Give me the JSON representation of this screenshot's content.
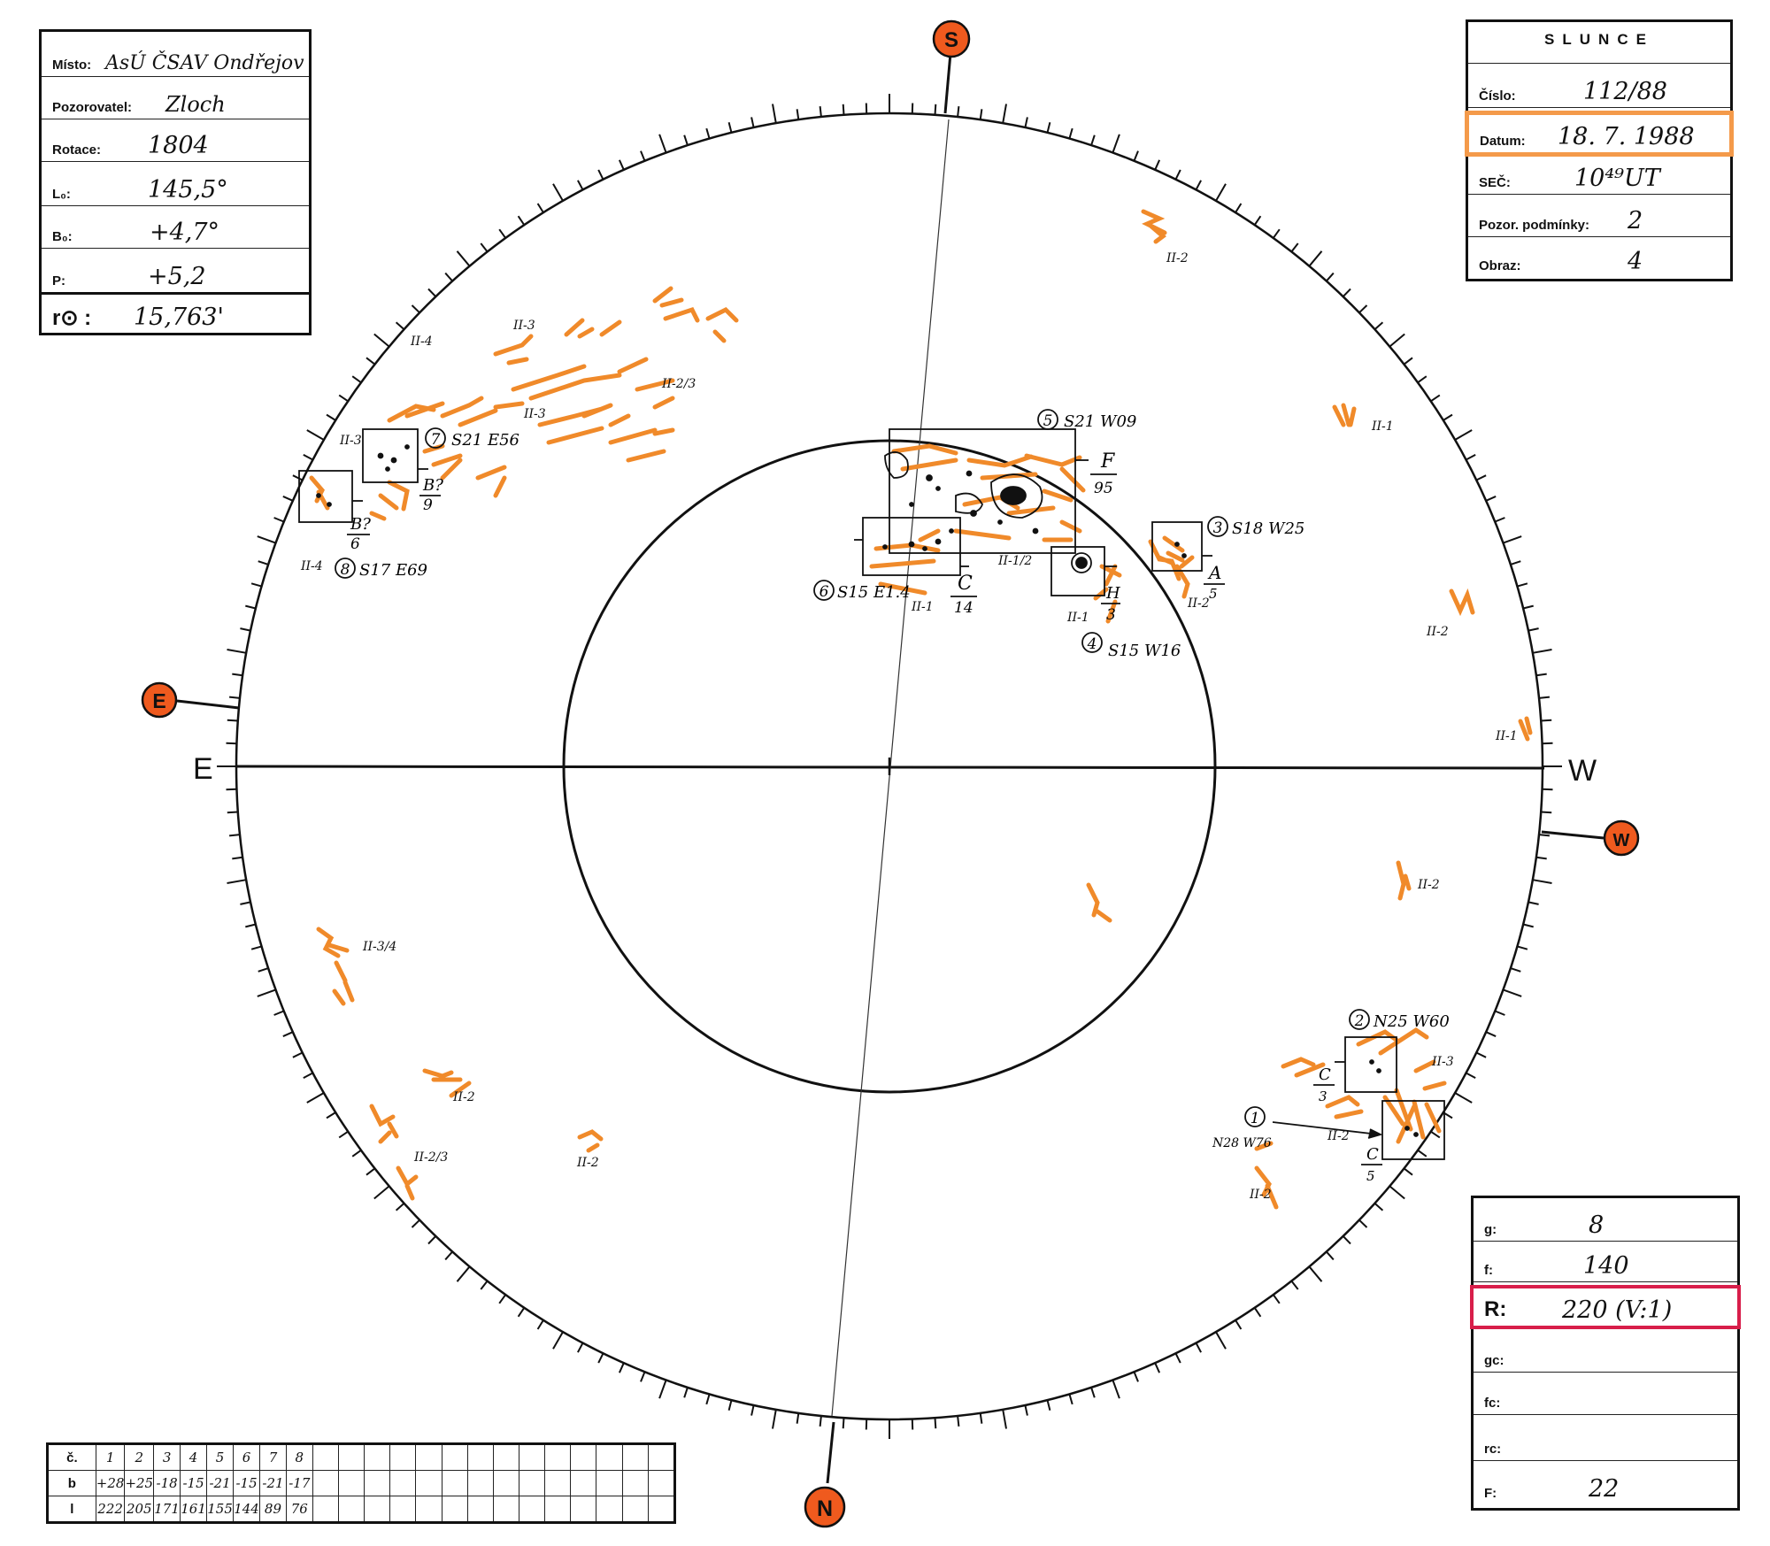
{
  "header_left": {
    "misto_label": "Místo:",
    "misto_value": "AsÚ ČSAV Ondřejov",
    "pozorovatel_label": "Pozorovatel:",
    "pozorovatel_value": "Zloch",
    "rotace_label": "Rotace:",
    "rotace_value": "1804",
    "l0_label": "L₀:",
    "l0_value": "145,5°",
    "b0_label": "B₀:",
    "b0_value": "+4,7°",
    "p_label": "P:",
    "p_value": "+5,2",
    "r0_label": "r⊙ :",
    "r0_value": "15,763'"
  },
  "header_right": {
    "title": "SLUNCE",
    "cislo_label": "Číslo:",
    "cislo_value": "112/88",
    "datum_label": "Datum:",
    "datum_value": "18. 7. 1988",
    "sec_label": "SEČ:",
    "sec_value": "10⁴⁹UT",
    "pozor_label": "Pozor. podmínky:",
    "pozor_value": "2",
    "obraz_label": "Obraz:",
    "obraz_value": "4"
  },
  "bottom_right": {
    "g_label": "g:",
    "g_value": "8",
    "f_label": "f:",
    "f_value": "140",
    "r_label": "R:",
    "r_value": "220  (V:1)",
    "gc_label": "gc:",
    "gc_value": "",
    "fc_label": "fc:",
    "fc_value": "",
    "rc_label": "rc:",
    "rc_value": "",
    "F_label": "F:",
    "F_value": "22"
  },
  "obs_table": {
    "row_labels": [
      "č.",
      "b",
      "l"
    ],
    "numbers": [
      "1",
      "2",
      "3",
      "4",
      "5",
      "6",
      "7",
      "8"
    ],
    "b_values": [
      "+28",
      "+25",
      "-18",
      "-15",
      "-21",
      "-15",
      "-21",
      "-17"
    ],
    "l_values": [
      "222",
      "205",
      "171",
      "161",
      "155",
      "144",
      "89",
      "76"
    ],
    "empty_cols": 14
  },
  "compass": {
    "S": "S",
    "N": "N",
    "E": "E",
    "W": "W",
    "E_axis": "E",
    "W_axis": "W",
    "marker_color": "#ef5a1e"
  },
  "groups": [
    {
      "id": "1",
      "label": "1",
      "coord": "N28 W76",
      "cls": "C",
      "num": "5"
    },
    {
      "id": "2",
      "label": "2",
      "coord": "N25 W60",
      "cls": "C",
      "num": "3"
    },
    {
      "id": "3",
      "label": "3",
      "coord": "S18 W25",
      "cls": "A",
      "num": "5"
    },
    {
      "id": "4",
      "label": "4",
      "coord": "S15 W16",
      "cls": "H",
      "num": "3"
    },
    {
      "id": "5",
      "label": "5",
      "coord": "S21 W09",
      "cls": "F",
      "num": "95"
    },
    {
      "id": "6",
      "label": "6",
      "coord": "S15 E1.4",
      "cls": "C",
      "num": "14"
    },
    {
      "id": "7",
      "label": "7",
      "coord": "S21 E56",
      "cls": "B?",
      "num": "9"
    },
    {
      "id": "8",
      "label": "8",
      "coord": "S17 E69",
      "cls": "B?",
      "num": "6"
    }
  ],
  "facula_labels": [
    "II-2",
    "II-1",
    "II-2",
    "II-1",
    "II-2",
    "II-3",
    "II-2",
    "II-2",
    "II-1",
    "II-1/2",
    "II-1",
    "II-2",
    "II-3",
    "II-3",
    "II-2/3",
    "II-4",
    "II-3",
    "II-4",
    "II-3/4",
    "II-2",
    "II-2/3",
    "II-2"
  ],
  "colors": {
    "facula": "#f08a2a",
    "ink": "#111111",
    "highlight_datum": "#f49a4a",
    "highlight_R": "#d81e4a"
  }
}
